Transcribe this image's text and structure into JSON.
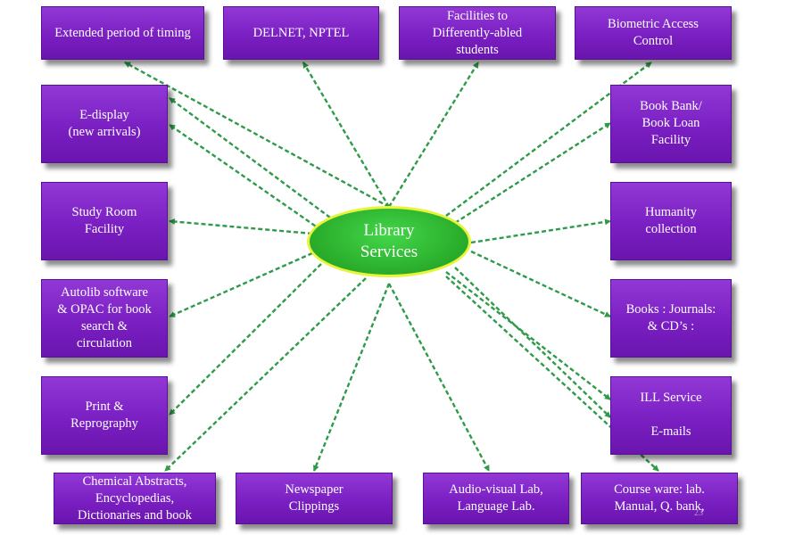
{
  "hub": {
    "label": "Library\nServices"
  },
  "services": [
    {
      "id": "extended-timing",
      "label": "Extended period of timing"
    },
    {
      "id": "delnet-nptel",
      "label": "DELNET,  NPTEL"
    },
    {
      "id": "differently-abled",
      "label": "Facilities to\nDifferently-abled\nstudents"
    },
    {
      "id": "biometric",
      "label": "Biometric Access\nControl"
    },
    {
      "id": "e-display",
      "label": "E-display\n(new arrivals)"
    },
    {
      "id": "book-bank",
      "label": "Book Bank/\nBook Loan\nFacility"
    },
    {
      "id": "study-room",
      "label": "Study Room\nFacility"
    },
    {
      "id": "humanity",
      "label": "Humanity\ncollection"
    },
    {
      "id": "autolib",
      "label": "Autolib software\n& OPAC for book\nsearch &\ncirculation"
    },
    {
      "id": "books-journals",
      "label": "Books :  Journals:\n& CD’s :"
    },
    {
      "id": "print-repro",
      "label": "Print &\nReprography"
    },
    {
      "id": "ill-service",
      "label": "ILL Service\n\nE-mails"
    },
    {
      "id": "chemical-abstracts",
      "label": "Chemical Abstracts,\nEncyclopedias,\nDictionaries and book"
    },
    {
      "id": "newspaper",
      "label": "Newspaper\nClippings"
    },
    {
      "id": "audio-visual",
      "label": "Audio-visual Lab,\nLanguage Lab."
    },
    {
      "id": "course-ware",
      "label": "Course ware: lab.\nManual, Q. bank,"
    }
  ],
  "page_number": "23",
  "colors": {
    "box": "#7a1fc2",
    "hub_fill": "#2cb12e",
    "hub_border": "#e7f43a",
    "arrow": "#2e9b48"
  }
}
